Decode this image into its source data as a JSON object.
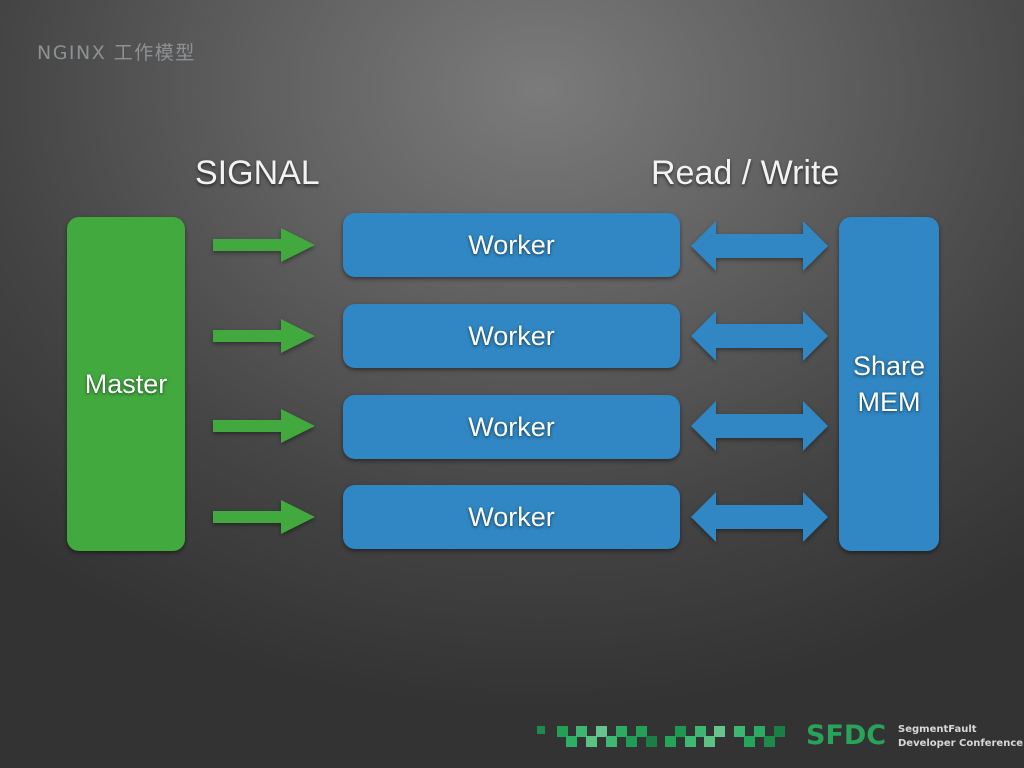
{
  "slide": {
    "title": "NGINX 工作模型"
  },
  "labels": {
    "signal": "SIGNAL",
    "read_write": "Read / Write"
  },
  "nodes": {
    "master": "Master",
    "workers": [
      "Worker",
      "Worker",
      "Worker",
      "Worker"
    ],
    "share_mem_line1": "Share",
    "share_mem_line2": "MEM"
  },
  "edges": {
    "signal_arrows": [
      {
        "from": "Master",
        "to": "Worker 1",
        "direction": "one-way"
      },
      {
        "from": "Master",
        "to": "Worker 2",
        "direction": "one-way"
      },
      {
        "from": "Master",
        "to": "Worker 3",
        "direction": "one-way"
      },
      {
        "from": "Master",
        "to": "Worker 4",
        "direction": "one-way"
      }
    ],
    "read_write_arrows": [
      {
        "from": "Worker 1",
        "to": "Share MEM",
        "direction": "two-way"
      },
      {
        "from": "Worker 2",
        "to": "Share MEM",
        "direction": "two-way"
      },
      {
        "from": "Worker 3",
        "to": "Share MEM",
        "direction": "two-way"
      },
      {
        "from": "Worker 4",
        "to": "Share MEM",
        "direction": "two-way"
      }
    ]
  },
  "colors": {
    "master": "#42a93f",
    "worker": "#3087c3",
    "share_mem": "#3087c3",
    "signal_arrow": "#42a93f",
    "read_write_arrow": "#3087c3",
    "brand_green": "#27a35a"
  },
  "footer": {
    "brand": "SFDC",
    "brand_line1": "SegmentFault",
    "brand_line2": "Developer Conference"
  }
}
